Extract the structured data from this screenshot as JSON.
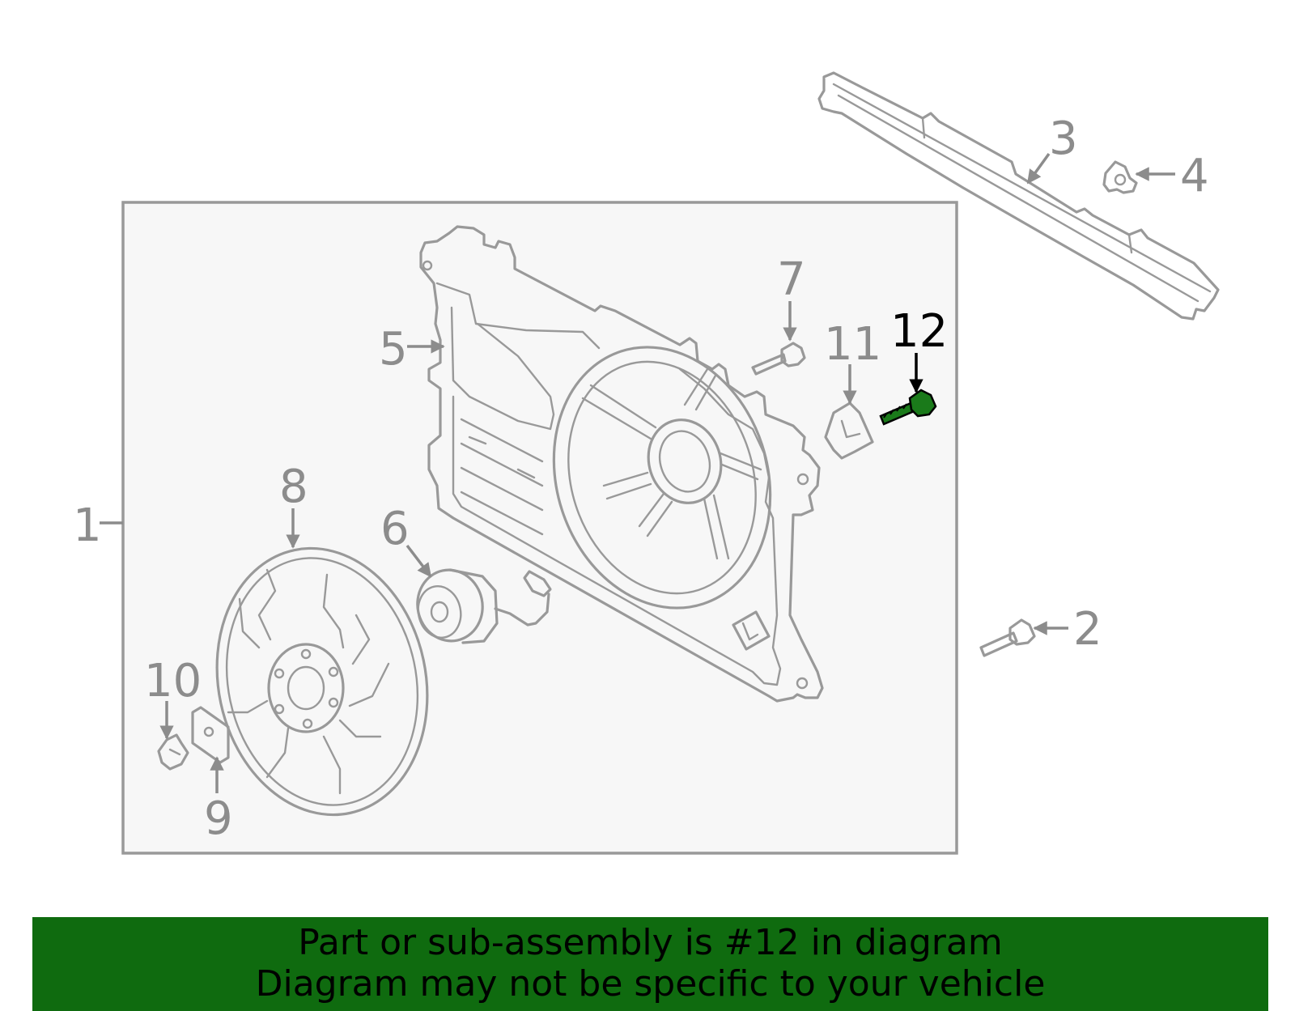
{
  "callouts": {
    "c1": "1",
    "c2": "2",
    "c3": "3",
    "c4": "4",
    "c5": "5",
    "c6": "6",
    "c7": "7",
    "c8": "8",
    "c9": "9",
    "c10": "10",
    "c11": "11",
    "c12": "12"
  },
  "highlighted_part": "12",
  "colors": {
    "part_line": "#999999",
    "callout_text": "#8c8c8c",
    "highlight_text": "#000000",
    "highlight_part": "#1a7a1a",
    "banner_bg": "#0f6b0f",
    "box_fill": "#f7f7f7"
  },
  "banner": {
    "line1": "Part or sub-assembly is #12 in diagram",
    "line2": "Diagram may not be specific to your vehicle"
  }
}
